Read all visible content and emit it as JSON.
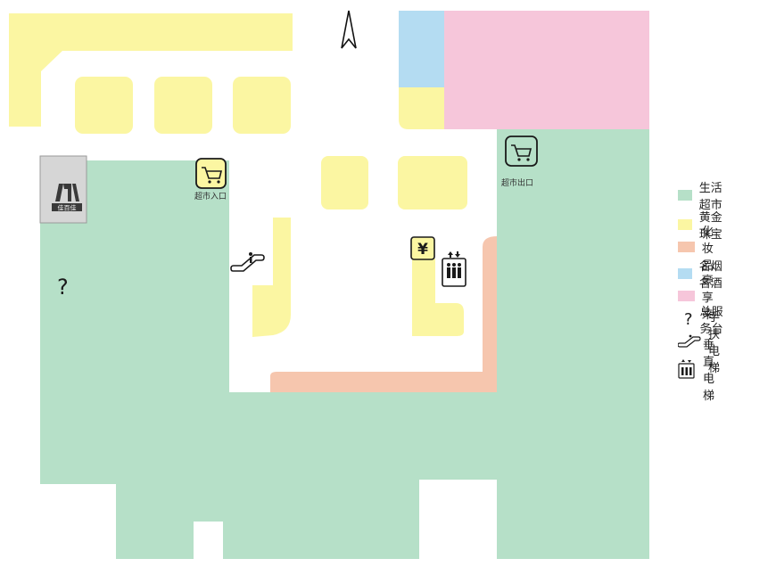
{
  "map": {
    "colors": {
      "supermarket": "#b6e0c8",
      "gold_jewelry": "#fbf6a2",
      "cosmetics": "#f6c6ae",
      "tobacco_wine": "#b4dcf2",
      "haoxianglai": "#f6c6da",
      "logo_bg": "#d6d6d6"
    },
    "labels": {
      "supermarket_entrance": "超市入口",
      "supermarket_exit": "超市出口",
      "logo_text": "佳百佳"
    },
    "icons": {
      "north": "north-arrow-icon",
      "entrance": "shopping-cart-icon",
      "exit": "shopping-cart-icon",
      "escalator": "escalator-icon",
      "elevator": "elevator-icon",
      "atm": "yen-icon",
      "service": "question-mark-icon"
    }
  },
  "legend": {
    "items": [
      {
        "type": "swatch",
        "color": "#b6e0c8",
        "label": "生活超市"
      },
      {
        "type": "swatch",
        "color": "#fbf6a2",
        "label": "黄金珠宝"
      },
      {
        "type": "swatch",
        "color": "#f6c6ae",
        "label": "化妆品"
      },
      {
        "type": "swatch",
        "color": "#b4dcf2",
        "label": "名烟名酒"
      },
      {
        "type": "swatch",
        "color": "#f6c6da",
        "label": "豪享来"
      },
      {
        "type": "icon",
        "icon": "question-mark-icon",
        "label": "总服务台"
      },
      {
        "type": "icon",
        "icon": "escalator-icon",
        "label": "手扶电梯"
      },
      {
        "type": "icon",
        "icon": "elevator-icon",
        "label": "垂直电梯"
      }
    ]
  }
}
